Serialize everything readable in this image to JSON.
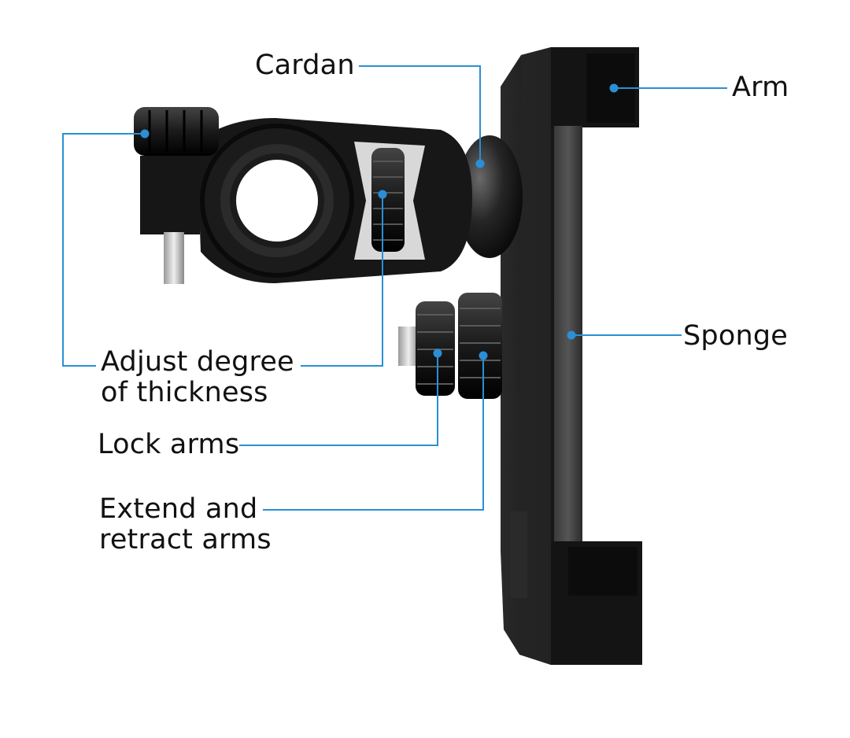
{
  "labels": {
    "cardan": "Cardan",
    "arm": "Arm",
    "sponge": "Sponge",
    "adjust_line1": "Adjust degree",
    "adjust_line2": "of thickness",
    "lock": "Lock arms",
    "extend_line1": "Extend and",
    "extend_line2": "retract arms"
  },
  "colors": {
    "leader": "#2a8fd6",
    "product": "#151515",
    "background": "#ffffff"
  }
}
